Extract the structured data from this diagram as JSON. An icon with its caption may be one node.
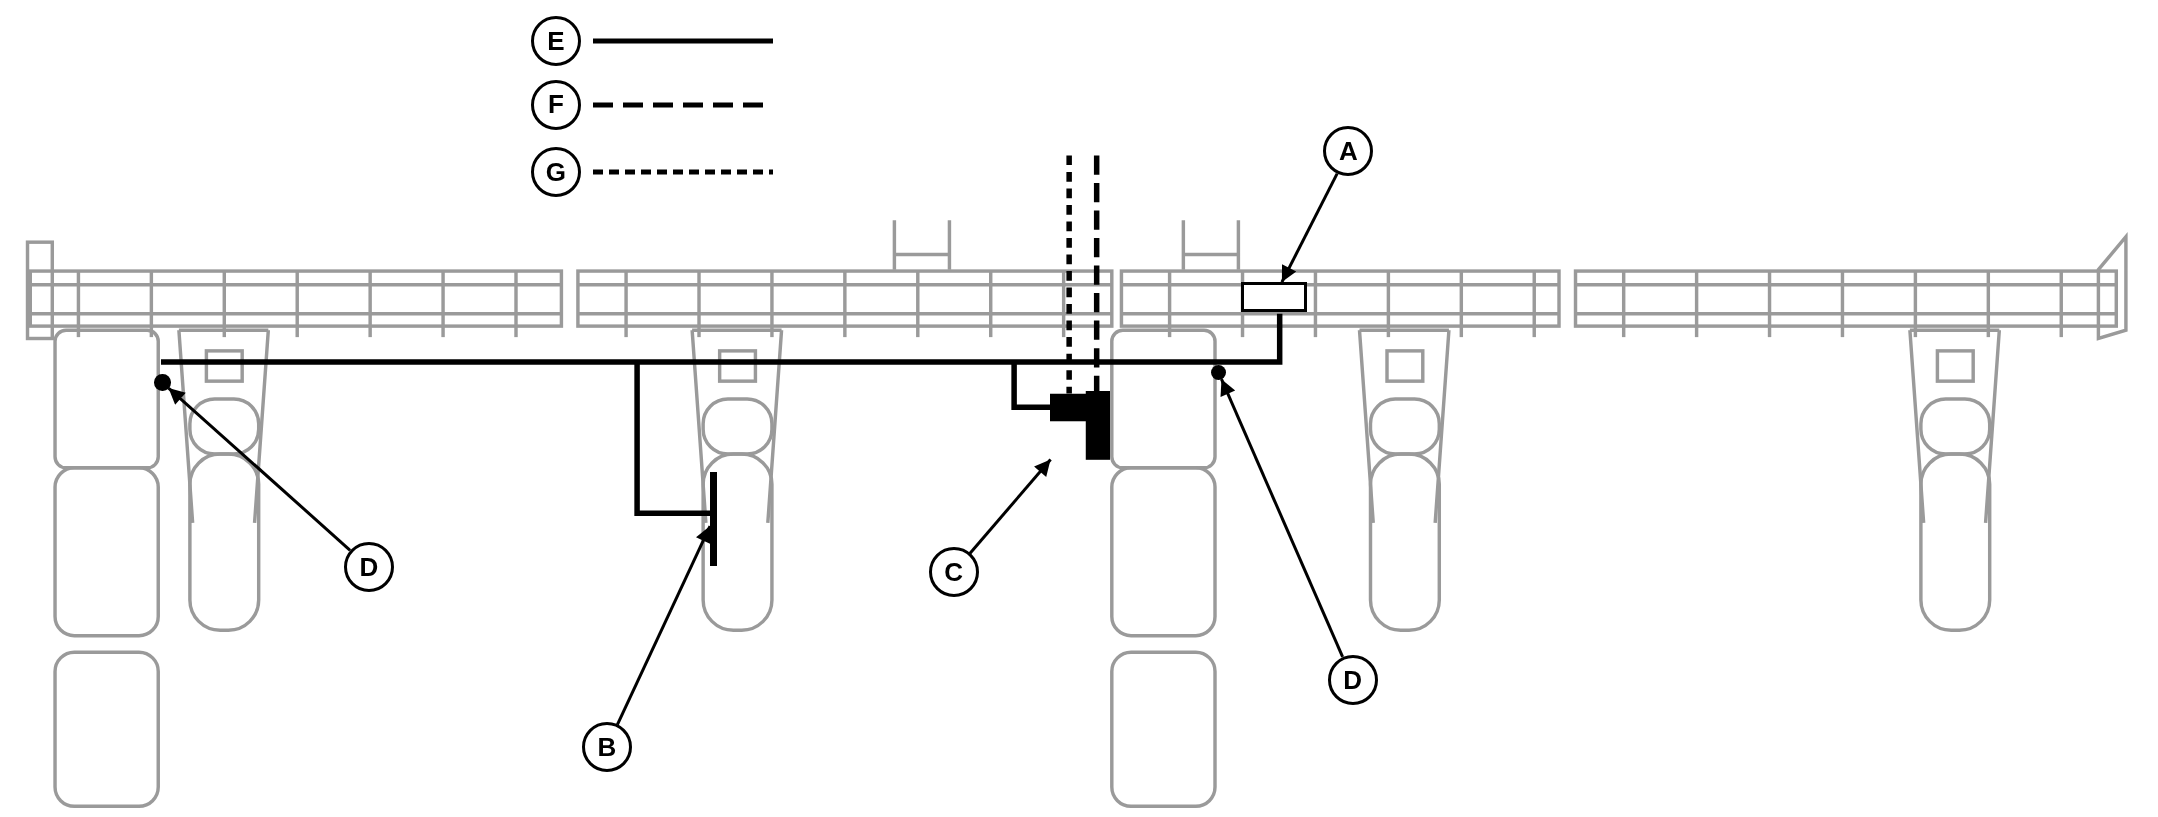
{
  "diagram": {
    "nodes": [
      {
        "text": [
          "A"
        ]
      },
      {
        "text": [],
        "shape": "box"
      },
      {
        "text": [
          "D"
        ]
      },
      {
        "text": [],
        "shape": "circle"
      },
      {
        "text": [
          "B"
        ]
      },
      {
        "text": [],
        "shape": "bar"
      },
      {
        "text": [
          "C"
        ]
      },
      {
        "text": [],
        "shape": "box"
      },
      {
        "text": [
          "D"
        ]
      },
      {
        "text": [],
        "shape": "circle"
      }
    ],
    "edges": [
      {
        "from": 0,
        "to": 1,
        "arrow": "to"
      },
      {
        "from": 2,
        "to": 3,
        "arrow": "to"
      },
      {
        "from": 4,
        "to": 5,
        "arrow": "to"
      },
      {
        "from": 6,
        "to": 7,
        "arrow": "to"
      },
      {
        "from": 8,
        "to": 9,
        "arrow": "to"
      }
    ],
    "legend": [
      {
        "text": "E"
      },
      {
        "text": "F"
      },
      {
        "text": "G"
      }
    ]
  }
}
